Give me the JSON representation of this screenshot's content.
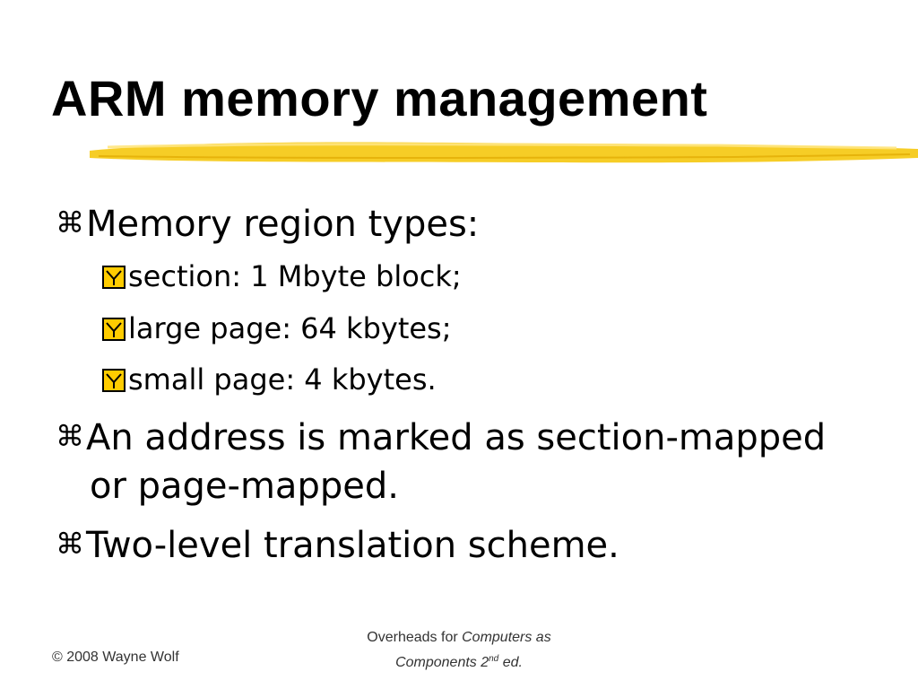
{
  "slide": {
    "title": "ARM memory management",
    "accent_color": "#f5c400",
    "bullets": [
      {
        "level": 1,
        "icon": "command-key-icon",
        "text": "Memory region types:"
      },
      {
        "level": 2,
        "icon": "yellow-check-box-icon",
        "text": "section: 1 Mbyte block;"
      },
      {
        "level": 2,
        "icon": "yellow-check-box-icon",
        "text": "large page: 64 kbytes;"
      },
      {
        "level": 2,
        "icon": "yellow-check-box-icon",
        "text": "small page: 4 kbytes."
      },
      {
        "level": 1,
        "icon": "command-key-icon",
        "text": "An address is marked as section-mapped",
        "continuation": "or page-mapped."
      },
      {
        "level": 1,
        "icon": "command-key-icon",
        "text": "Two-level translation scheme."
      }
    ],
    "footer": {
      "copyright": "© 2008 Wayne Wolf",
      "overheads_prefix": "Overheads for ",
      "book_title_line1": "Computers as",
      "book_title_line2": "Components 2",
      "edition_superscript": "nd",
      "edition_suffix": " ed."
    }
  }
}
